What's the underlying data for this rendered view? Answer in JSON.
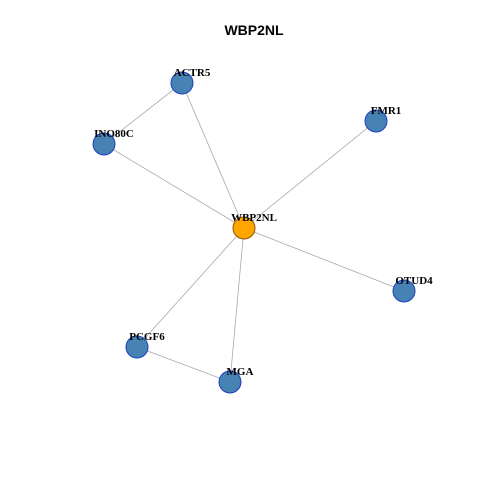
{
  "title": "WBP2NL",
  "colors": {
    "center_fill": "#FFA500",
    "center_stroke": "#8B5A00",
    "node_fill": "#4682B4",
    "node_stroke": "#1E3FBF",
    "edge": "#A9A9A9"
  },
  "nodes": [
    {
      "id": "WBP2NL",
      "label": "WBP2NL",
      "role": "center"
    },
    {
      "id": "ACTR5",
      "label": "ACTR5",
      "role": "neighbor"
    },
    {
      "id": "INO80C",
      "label": "INO80C",
      "role": "neighbor"
    },
    {
      "id": "FMR1",
      "label": "FMR1",
      "role": "neighbor"
    },
    {
      "id": "OTUD4",
      "label": "OTUD4",
      "role": "neighbor"
    },
    {
      "id": "PCGF6",
      "label": "PCGF6",
      "role": "neighbor"
    },
    {
      "id": "MGA",
      "label": "MGA",
      "role": "neighbor"
    }
  ],
  "edges": [
    {
      "source": "WBP2NL",
      "target": "ACTR5"
    },
    {
      "source": "WBP2NL",
      "target": "INO80C"
    },
    {
      "source": "WBP2NL",
      "target": "FMR1"
    },
    {
      "source": "WBP2NL",
      "target": "OTUD4"
    },
    {
      "source": "WBP2NL",
      "target": "PCGF6"
    },
    {
      "source": "WBP2NL",
      "target": "MGA"
    },
    {
      "source": "ACTR5",
      "target": "INO80C"
    },
    {
      "source": "PCGF6",
      "target": "MGA"
    }
  ]
}
